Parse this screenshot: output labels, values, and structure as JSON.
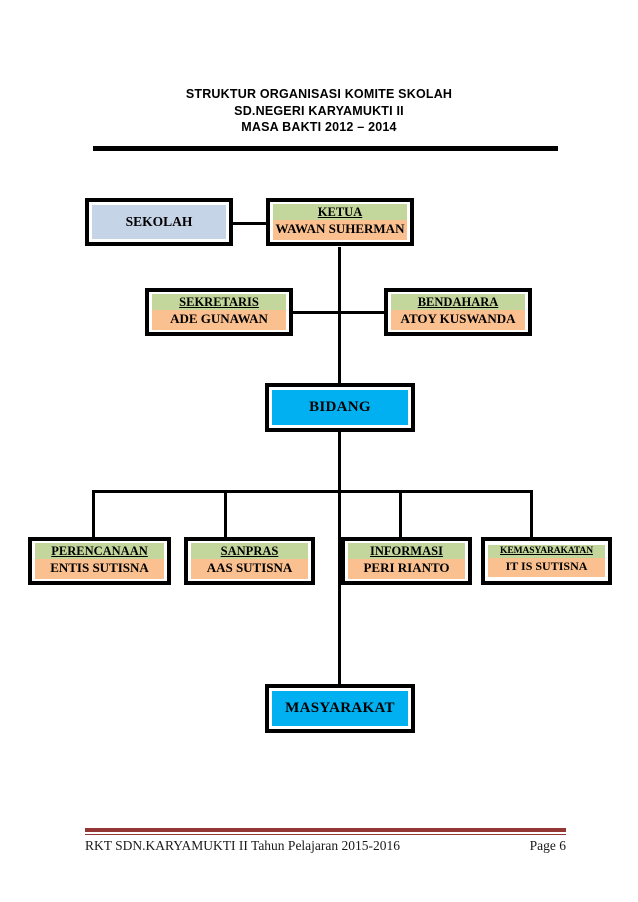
{
  "document": {
    "title_lines": [
      "STRUKTUR ORGANISASI KOMITE SKOLAH",
      "SD.NEGERI KARYAMUKTI II",
      "MASA BAKTI 2012 – 2014"
    ]
  },
  "colors": {
    "role_header_green": "#c3d69b",
    "name_body_orange": "#fac090",
    "school_blue": "#c6d4e8",
    "bidang_cyan": "#00b0f0",
    "footer_rule_maroon": "#943634",
    "connector_black": "#000000"
  },
  "chart_data": {
    "type": "diagram",
    "diagram_kind": "organizational-chart",
    "nodes": [
      {
        "id": "sekolah",
        "label": "SEKOLAH",
        "style": "blue"
      },
      {
        "id": "ketua",
        "role": "KETUA",
        "name": "WAWAN SUHERMAN",
        "style": "role-name"
      },
      {
        "id": "sekretaris",
        "role": "SEKRETARIS",
        "name": "ADE GUNAWAN",
        "style": "role-name"
      },
      {
        "id": "bendahara",
        "role": "BENDAHARA",
        "name": "ATOY KUSWANDA",
        "style": "role-name"
      },
      {
        "id": "bidang",
        "label": "BIDANG",
        "style": "cyan"
      },
      {
        "id": "perencanaan",
        "role": "PERENCANAAN",
        "name": "ENTIS SUTISNA",
        "style": "role-name"
      },
      {
        "id": "sanpras",
        "role": "SANPRAS",
        "name": "AAS SUTISNA",
        "style": "role-name"
      },
      {
        "id": "informasi",
        "role": "INFORMASI",
        "name": "PERI RIANTO",
        "style": "role-name"
      },
      {
        "id": "kemasyarakatan",
        "role": "KEMASYARAKATAN",
        "name": "IT IS SUTISNA",
        "style": "role-name"
      },
      {
        "id": "masyarakat",
        "label": "MASYARAKAT",
        "style": "cyan"
      }
    ],
    "edges": [
      {
        "from": "sekolah",
        "to": "ketua"
      },
      {
        "from": "ketua",
        "to": "sekretaris"
      },
      {
        "from": "ketua",
        "to": "bendahara"
      },
      {
        "from": "ketua",
        "to": "bidang"
      },
      {
        "from": "bidang",
        "to": "perencanaan"
      },
      {
        "from": "bidang",
        "to": "sanpras"
      },
      {
        "from": "bidang",
        "to": "informasi"
      },
      {
        "from": "bidang",
        "to": "kemasyarakatan"
      },
      {
        "from": "bidang",
        "to": "masyarakat"
      }
    ]
  },
  "footer": {
    "left": "RKT SDN.KARYAMUKTI II Tahun Pelajaran 2015-2016",
    "right": "Page 6"
  }
}
